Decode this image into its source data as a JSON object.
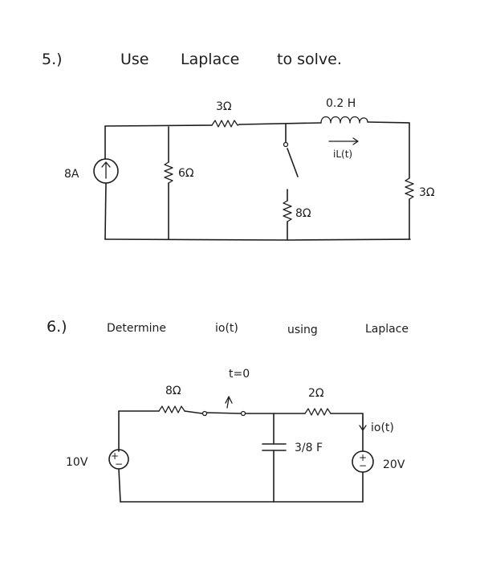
{
  "problem5": {
    "number": "5.)",
    "instruction_1": "Use",
    "instruction_2": "Laplace",
    "instruction_3": "to solve.",
    "r_series": "3Ω",
    "inductor": "0.2 H",
    "current_label": "iL(t)",
    "source": "8A",
    "r_shunt": "6Ω",
    "r_switch": "8Ω",
    "r_load": "3Ω"
  },
  "problem6": {
    "number": "6.)",
    "instruction_1": "Determine",
    "instruction_2": "io(t)",
    "instruction_3": "using",
    "instruction_4": "Laplace",
    "switch_time": "t=0",
    "r_left": "8Ω",
    "r_right": "2Ω",
    "current_label": "io(t)",
    "capacitor": "3/8 F",
    "source_left": "10V",
    "source_right": "20V",
    "plus_sign": "+",
    "minus_sign": "−"
  }
}
